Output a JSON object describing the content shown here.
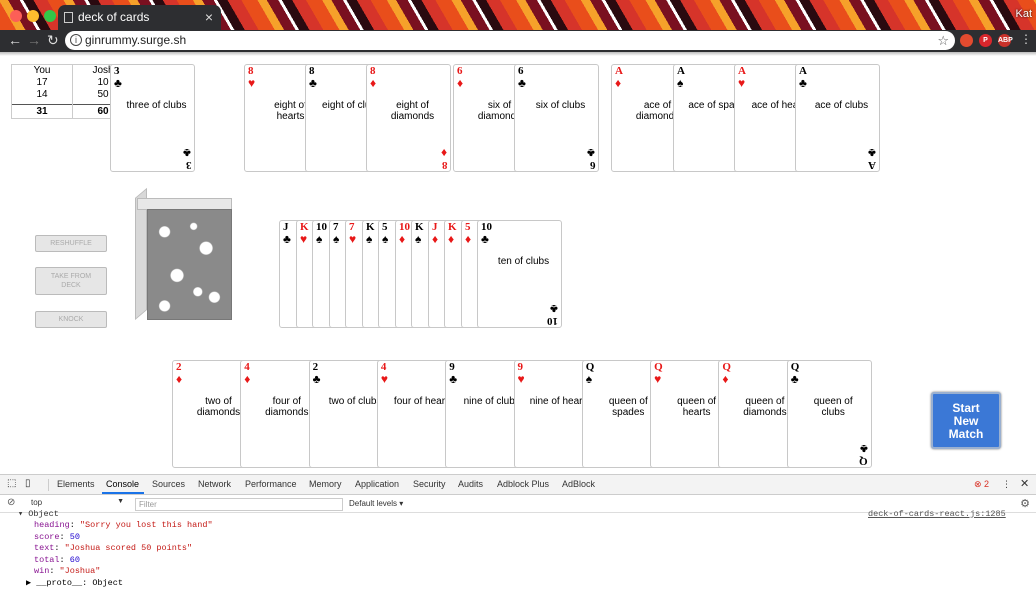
{
  "browser": {
    "tab_title": "deck of cards",
    "url": "ginrummy.surge.sh",
    "profile": "Kat"
  },
  "score": {
    "you": {
      "name": "You",
      "scores": [
        "17",
        "14"
      ],
      "total": "31"
    },
    "opponent": {
      "name": "Josh",
      "scores": [
        "10",
        "50"
      ],
      "total": "60"
    }
  },
  "opponent_cards": [
    {
      "rank": "3",
      "suit": "♣",
      "color": "black",
      "label": "three of clubs"
    },
    {
      "rank": "8",
      "suit": "♥",
      "color": "red",
      "label": "eight of hearts"
    },
    {
      "rank": "8",
      "suit": "♣",
      "color": "black",
      "label": "eight of clubs"
    },
    {
      "rank": "8",
      "suit": "♦",
      "color": "red",
      "label": "eight of diamonds"
    },
    {
      "rank": "6",
      "suit": "♦",
      "color": "red",
      "label": "six of diamonds"
    },
    {
      "rank": "6",
      "suit": "♣",
      "color": "black",
      "label": "six of clubs"
    },
    {
      "rank": "A",
      "suit": "♦",
      "color": "red",
      "label": "ace of diamonds"
    },
    {
      "rank": "A",
      "suit": "♠",
      "color": "black",
      "label": "ace of spades"
    },
    {
      "rank": "A",
      "suit": "♥",
      "color": "red",
      "label": "ace of hearts"
    },
    {
      "rank": "A",
      "suit": "♣",
      "color": "black",
      "label": "ace of clubs"
    }
  ],
  "discard_pile": [
    {
      "rank": "J",
      "suit": "♣",
      "color": "black"
    },
    {
      "rank": "K",
      "suit": "♥",
      "color": "red"
    },
    {
      "rank": "10",
      "suit": "♠",
      "color": "black"
    },
    {
      "rank": "7",
      "suit": "♠",
      "color": "black"
    },
    {
      "rank": "7",
      "suit": "♥",
      "color": "red"
    },
    {
      "rank": "K",
      "suit": "♠",
      "color": "black"
    },
    {
      "rank": "5",
      "suit": "♠",
      "color": "black"
    },
    {
      "rank": "10",
      "suit": "♦",
      "color": "red"
    },
    {
      "rank": "K",
      "suit": "♠",
      "color": "black"
    },
    {
      "rank": "J",
      "suit": "♦",
      "color": "red"
    },
    {
      "rank": "K",
      "suit": "♦",
      "color": "red"
    },
    {
      "rank": "5",
      "suit": "♦",
      "color": "red"
    },
    {
      "rank": "10",
      "suit": "♣",
      "color": "black",
      "label": "ten of clubs"
    }
  ],
  "player_cards": [
    {
      "rank": "2",
      "suit": "♦",
      "color": "red",
      "label": "two of diamonds"
    },
    {
      "rank": "4",
      "suit": "♦",
      "color": "red",
      "label": "four of diamonds"
    },
    {
      "rank": "2",
      "suit": "♣",
      "color": "black",
      "label": "two of clubs"
    },
    {
      "rank": "4",
      "suit": "♥",
      "color": "red",
      "label": "four of hearts"
    },
    {
      "rank": "9",
      "suit": "♣",
      "color": "black",
      "label": "nine of clubs"
    },
    {
      "rank": "9",
      "suit": "♥",
      "color": "red",
      "label": "nine of hearts"
    },
    {
      "rank": "Q",
      "suit": "♠",
      "color": "black",
      "label": "queen of spades"
    },
    {
      "rank": "Q",
      "suit": "♥",
      "color": "red",
      "label": "queen of hearts"
    },
    {
      "rank": "Q",
      "suit": "♦",
      "color": "red",
      "label": "queen of diamonds"
    },
    {
      "rank": "Q",
      "suit": "♣",
      "color": "black",
      "label": "queen of clubs"
    }
  ],
  "controls": {
    "reshuffle": "RESHUFFLE",
    "take_from_deck": "TAKE FROM DECK",
    "knock": "KNOCK",
    "start_new_match": "Start New Match"
  },
  "devtools": {
    "tabs": [
      "Elements",
      "Console",
      "Sources",
      "Network",
      "Performance",
      "Memory",
      "Application",
      "Security",
      "Audits",
      "Adblock Plus",
      "AdBlock"
    ],
    "active_tab": "Console",
    "error_count": "2",
    "context": "top",
    "filter_placeholder": "Filter",
    "levels": "Default levels ▾",
    "object_label": "Object",
    "source_link": "deck-of-cards-react.js:1285",
    "entries": [
      {
        "key": "heading",
        "value": "\"Sorry you lost this hand\"",
        "type": "str"
      },
      {
        "key": "score",
        "value": "50",
        "type": "num"
      },
      {
        "key": "text",
        "value": "\"Joshua scored 50 points\"",
        "type": "str"
      },
      {
        "key": "total",
        "value": "60",
        "type": "num"
      },
      {
        "key": "win",
        "value": "\"Joshua\"",
        "type": "str"
      }
    ],
    "proto_line": "__proto__: Object"
  }
}
